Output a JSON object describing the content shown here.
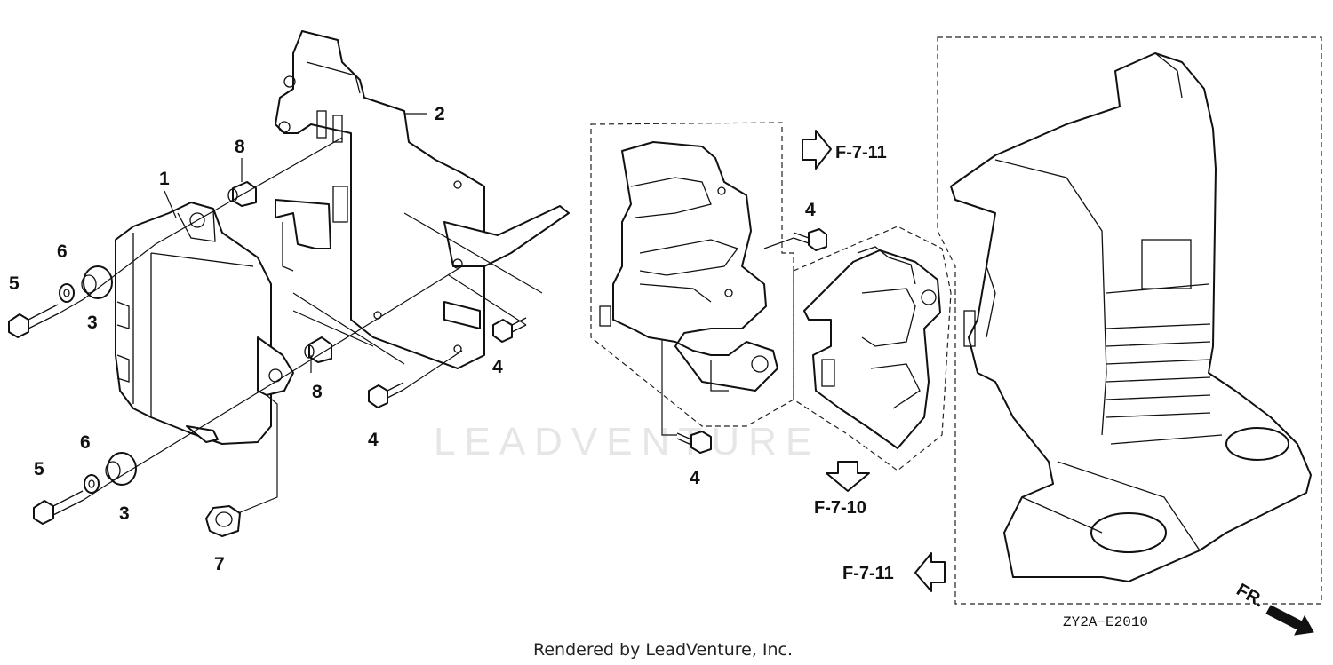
{
  "diagram": {
    "callouts": {
      "c1": "1",
      "c2": "2",
      "c3a": "3",
      "c3b": "3",
      "c4a": "4",
      "c4b": "4",
      "c4c": "4",
      "c4d": "4",
      "c5a": "5",
      "c5b": "5",
      "c6a": "6",
      "c6b": "6",
      "c7": "7",
      "c8a": "8",
      "c8b": "8"
    },
    "references": {
      "ref_top": "F-7-11",
      "ref_down": "F-7-10",
      "ref_left": "F-7-11"
    },
    "direction_label": "FR.",
    "diagram_code": "ZY2A−E2010",
    "watermark": "LEADVENTURE",
    "footer": "Rendered by LeadVenture, Inc."
  }
}
